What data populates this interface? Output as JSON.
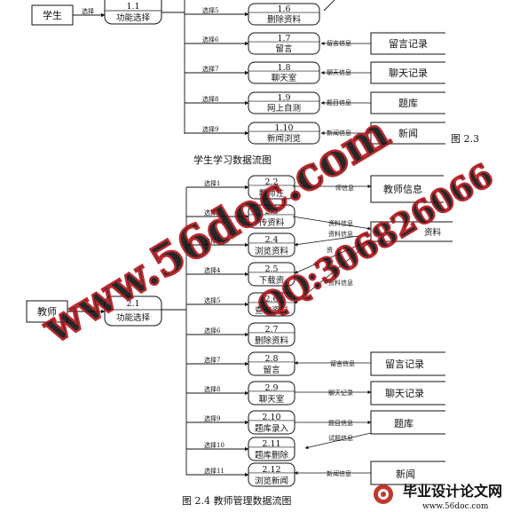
{
  "student_diagram": {
    "actor": "学生",
    "actor_edge_label": "选择",
    "hub": {
      "id": "1.1",
      "name": "功能选择"
    },
    "processes": [
      {
        "edge": "选择5",
        "id": "1.6",
        "name": "删除资料",
        "flow": "",
        "store": ""
      },
      {
        "edge": "选择6",
        "id": "1.7",
        "name": "留言",
        "flow": "留言信息",
        "store": "留言记录"
      },
      {
        "edge": "选择7",
        "id": "1.8",
        "name": "聊天室",
        "flow": "聊天信息",
        "store": "聊天记录"
      },
      {
        "edge": "选择8",
        "id": "1.9",
        "name": "网上自测",
        "flow": "题目信息",
        "store": "题库"
      },
      {
        "edge": "选择9",
        "id": "1.10",
        "name": "新闻浏览",
        "flow": "新闻信息",
        "store": "新闻"
      }
    ],
    "figure_number": "图 2.3",
    "caption": "学生学习数据流图"
  },
  "teacher_diagram": {
    "actor": "教师",
    "hub": {
      "id": "2.1",
      "name": "功能选择"
    },
    "processes": [
      {
        "edge": "选择1",
        "id": "2.2",
        "name": "教师注"
      },
      {
        "edge": "选择2",
        "id": "2.3",
        "name": "传资料"
      },
      {
        "edge": "选择3",
        "id": "2.4",
        "name": "浏览资料"
      },
      {
        "edge": "选择4",
        "id": "2.5",
        "name": "下载资"
      },
      {
        "edge": "选择5",
        "id": "2.6",
        "name": "查询资料"
      },
      {
        "edge": "选择6",
        "id": "2.7",
        "name": "删除资料"
      },
      {
        "edge": "选择7",
        "id": "2.8",
        "name": "留言"
      },
      {
        "edge": "选择8",
        "id": "2.9",
        "name": "聊天室"
      },
      {
        "edge": "选择9",
        "id": "2.10",
        "name": "题库录入"
      },
      {
        "edge": "选择10",
        "id": "2.11",
        "name": "题库删除"
      },
      {
        "edge": "选择11",
        "id": "2.12",
        "name": "浏览新闻"
      }
    ],
    "stores": [
      {
        "name": "教师信息"
      },
      {
        "name": "资料"
      },
      {
        "name": "留言记录"
      },
      {
        "name": "聊天记录"
      },
      {
        "name": "题库"
      },
      {
        "name": "新闻"
      }
    ],
    "flows": [
      "师信息",
      "资料信息",
      "资料信息",
      "资",
      "资料信息",
      "留言信息",
      "聊天记录",
      "题目信息",
      "试题信息",
      "新闻信息"
    ],
    "caption": "图 2.4   教师管理数据流图"
  },
  "watermark": {
    "site": "www.56doc.com",
    "qq": "QQ:306826066",
    "logo_title": "毕业设计论文网",
    "logo_url": "www.56doc.com"
  }
}
